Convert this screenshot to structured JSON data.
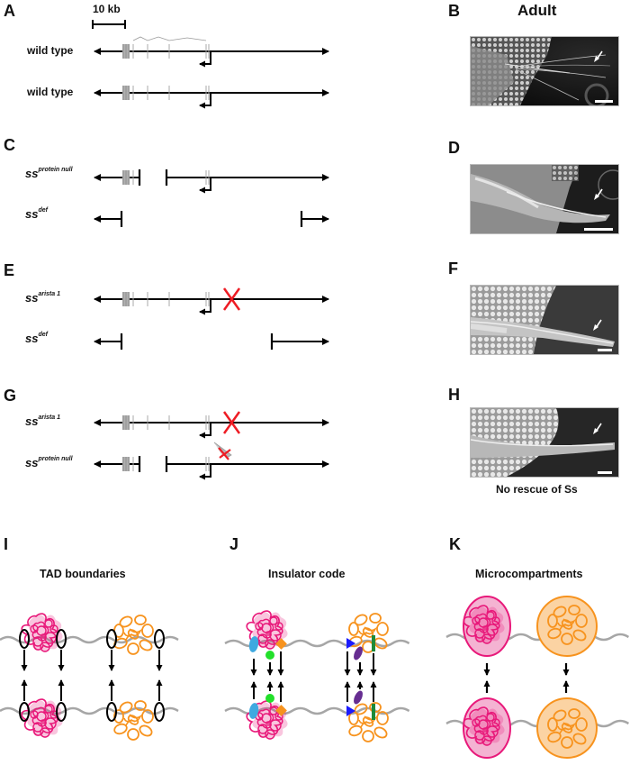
{
  "figure": {
    "panels": {
      "A": {
        "letter": "A",
        "scale_bar": "10 kb",
        "rows": [
          {
            "label": "wild type",
            "superscript": "",
            "structure": "full locus, transcribed region with exons, promoter arrow"
          },
          {
            "label": "wild type",
            "superscript": "",
            "structure": "full locus with exons, promoter arrow"
          }
        ]
      },
      "B": {
        "letter": "B",
        "column_title": "Adult",
        "image": "SEM of wild-type arista",
        "arrow": "white-arrow"
      },
      "C": {
        "letter": "C",
        "rows": [
          {
            "label": "ss",
            "superscript": "protein null",
            "structure": "deletion of exon region"
          },
          {
            "label": "ss",
            "superscript": "def",
            "structure": "large deficiency"
          }
        ]
      },
      "D": {
        "letter": "D",
        "image": "SEM of leg-like arista transformation",
        "arrow": "white-arrow"
      },
      "E": {
        "letter": "E",
        "rows": [
          {
            "label": "ss",
            "superscript": "arista 1",
            "structure": "insertion downstream marked by red X"
          },
          {
            "label": "ss",
            "superscript": "def",
            "structure": "deficiency"
          }
        ]
      },
      "F": {
        "letter": "F",
        "image": "SEM of mutant arista",
        "arrow": "white-arrow"
      },
      "G": {
        "letter": "G",
        "rows": [
          {
            "label": "ss",
            "superscript": "arista 1",
            "structure": "insertion marked by red X"
          },
          {
            "label": "ss",
            "superscript": "protein null",
            "structure": "deletion; blocked trans-interaction"
          }
        ]
      },
      "H": {
        "letter": "H",
        "image": "SEM of mutant arista",
        "arrow": "white-arrow",
        "caption": "No rescue of Ss"
      },
      "I": {
        "letter": "I",
        "title": "TAD boundaries"
      },
      "J": {
        "letter": "J",
        "title": "Insulator code"
      },
      "K": {
        "letter": "K",
        "title": "Microcompartments"
      }
    },
    "colors": {
      "magenta": "#e8197a",
      "orange": "#f7931e",
      "light_magenta": "#f4b3d2",
      "light_orange": "#fbd3a3",
      "grey_chromatin": "#a6a6a6",
      "exon_grey": "#9a9a9a",
      "red_x": "#ee1c24",
      "cyan": "#3fa9e0",
      "green": "#22e02a",
      "blue": "#1a1aff",
      "purple": "#662d91",
      "dark_green": "#1e8a3a"
    }
  }
}
